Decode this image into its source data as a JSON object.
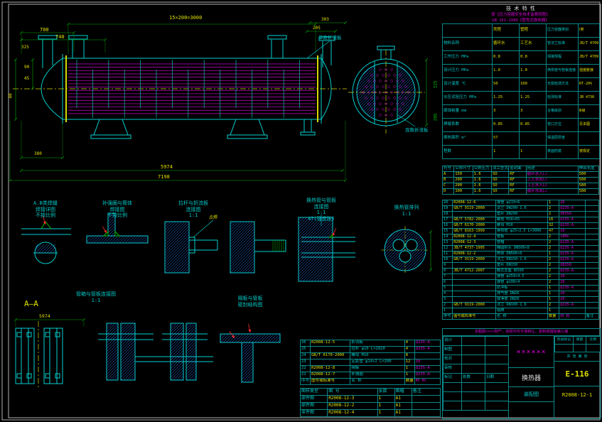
{
  "colors": {
    "background": "#000000",
    "line_cyan": "#00cfcf",
    "line_magenta": "#cc00cc",
    "line_green": "#00b000",
    "line_yellow": "#d8d800",
    "hatch_blue": "#2e7fff",
    "red": "#ff2a2a"
  },
  "drawing_labels": {
    "dim_15x200": "15×200=3000",
    "dim_700": "700",
    "dim_740": "740",
    "dim_325a": "325",
    "dim_205a": "205",
    "dim_303": "303",
    "dim_90": "90",
    "dim_45": "45",
    "dim_40": "40",
    "dim_380": "380",
    "dim_5974": "5974",
    "dim_7198": "7198",
    "dim_325b": "325",
    "dim_205b": "205",
    "odd_baffle": "单数折流板",
    "even_baffle": "双数折流板",
    "dim_aa_5974": "5974",
    "section_aa": "A—A",
    "note_spotweld": "点焊"
  },
  "details": {
    "d1_title": "A.B类焊缝",
    "d1_title2": "焊接详图",
    "d1_scale": "不按比例",
    "d2_title": "补强圈与筒体",
    "d2_title2": "焊接图",
    "d2_scale": "不按比例",
    "d3_title": "拉杆与折流板",
    "d3_title2": "连接图",
    "d3_scale": "1:1",
    "d4_title": "换热管与管板",
    "d4_title2": "连接图",
    "d4_scale": "1:1",
    "d4_note": "47(强度胀)",
    "d5_title": "换热管排列",
    "d5_scale": "1:1",
    "d6_title": "管箱与管板连接图",
    "d6_scale": "1:1",
    "d7_title": "隔板与管板",
    "d7_title2": "密封结构图"
  },
  "tech": {
    "title": "技 术 特 性",
    "note1": "按《压力容器安全技术监察规程》",
    "note2": "GB 151-1999《管壳式换热器》",
    "col_shell": "壳程",
    "col_tube": "管程",
    "rows": [
      {
        "label": "物料名称",
        "shell": "循环水",
        "tube": "工艺水"
      },
      {
        "label": "工作压力 MPa",
        "shell": "0.8",
        "tube": "0.8"
      },
      {
        "label": "设计压力 MPa",
        "shell": "1.0",
        "tube": "1.0"
      },
      {
        "label": "设计温度 ℃",
        "shell": "50",
        "tube": "100"
      },
      {
        "label": "水压试验压力 MPa",
        "shell": "1.25",
        "tube": "1.25"
      },
      {
        "label": "腐蚀裕量 mm",
        "shell": "3",
        "tube": "3"
      },
      {
        "label": "焊缝系数",
        "shell": "0.85",
        "tube": "0.85"
      },
      {
        "label": "换热面积 m²",
        "shell": "57",
        "tube": ""
      },
      {
        "label": "程数",
        "shell": "1",
        "tube": "1"
      }
    ],
    "right_rows": [
      {
        "label": "压力容器类别",
        "value": "Ⅰ类"
      },
      {
        "label": "管法兰标准",
        "value": "JB/T 4709"
      },
      {
        "label": "焊接规程",
        "value": "JB/T 4709"
      },
      {
        "label": "换热管与管板连接",
        "value": "强度胀接"
      },
      {
        "label": "无损检测方法",
        "value": "RT-20%"
      },
      {
        "label": "检测标准",
        "value": "JB 4730"
      },
      {
        "label": "合格级别",
        "value": "Ⅲ级"
      },
      {
        "label": "管口方位",
        "value": "见本图"
      },
      {
        "label": "保温层厚度",
        "value": ""
      },
      {
        "label": "表面防腐",
        "value": "按规定"
      }
    ]
  },
  "nozzles": {
    "columns": [
      "符号",
      "公称尺寸",
      "公称压力",
      "法兰型式",
      "密封面",
      "用途",
      "伸出长度"
    ],
    "rows": [
      [
        "A",
        "150",
        "1.6",
        "SO",
        "RF",
        "循环水入口",
        "500"
      ],
      [
        "B",
        "200",
        "1.6",
        "SO",
        "RF",
        "工艺水出口",
        "500"
      ],
      [
        "C",
        "200",
        "1.6",
        "SO",
        "RF",
        "工艺水入口",
        "580"
      ],
      [
        "D",
        "100",
        "1.6",
        "SO",
        "RF",
        "循环水出口",
        "580"
      ]
    ]
  },
  "parts": {
    "columns": [
      "序号",
      "图号或标准号",
      "名  称",
      "数量",
      "材 料",
      "备注"
    ],
    "rows": [
      [
        "20",
        "R2008-12-6",
        "接管 φ219×6",
        "1",
        "20",
        ""
      ],
      [
        "19",
        "GB/T 9119-2000",
        "法兰 DN200-1.6",
        "2",
        "Q235-A",
        ""
      ],
      [
        "18",
        "",
        "垫片 DN200",
        "2",
        "XB350",
        ""
      ],
      [
        "17",
        "GB/T 5782-2000",
        "螺栓 M16×65",
        "16",
        "Q235-A",
        ""
      ],
      [
        "16",
        "GB/T 6170-2000",
        "螺母 M16",
        "32",
        "Q235-A",
        ""
      ],
      [
        "15",
        "GB/T 8163-1999",
        "换热管 φ25×2.5 L=3000",
        "47",
        "10",
        ""
      ],
      [
        "14",
        "R2008-12-4",
        "管板",
        "2",
        "16Mn",
        ""
      ],
      [
        "13",
        "R2008-12-3",
        "管箱",
        "2",
        "Q235-A",
        ""
      ],
      [
        "12",
        "JB/T 4737-1995",
        "椭圆封头 DN500×8",
        "2",
        "Q235-A",
        ""
      ],
      [
        "11",
        "R2008-12-2",
        "筒体 DN500×6",
        "1",
        "Q235-A",
        ""
      ],
      [
        "10",
        "GB/T 9119-2000",
        "法兰 DN150-1.6",
        "2",
        "Q235-A",
        ""
      ],
      [
        "9",
        "",
        "垫片 DN150",
        "2",
        "XB350",
        ""
      ],
      [
        "8",
        "JB/T 4712-2007",
        "鞍式支座 BⅠ500",
        "2",
        "Q235-A",
        ""
      ],
      [
        "7",
        "",
        "接管 φ159×4.5",
        "2",
        "20",
        ""
      ],
      [
        "6",
        "",
        "接管 φ108×4",
        "2",
        "20",
        ""
      ],
      [
        "5",
        "",
        "防冲板",
        "1",
        "Q235-A",
        ""
      ],
      [
        "4",
        "",
        "排气管 DN20",
        "1",
        "20",
        ""
      ],
      [
        "3",
        "",
        "放净管 DN20",
        "1",
        "20",
        ""
      ],
      [
        "2",
        "GB/T 9119-2000",
        "法兰 DN100-1.6",
        "2",
        "Q235-A",
        ""
      ],
      [
        "1",
        "",
        "铭牌",
        "1",
        "",
        ""
      ]
    ]
  },
  "subparts": {
    "columns": [
      "序号",
      "图号或标准号",
      "名  称",
      "数量",
      "材 料"
    ],
    "rows": [
      [
        "26",
        "R2008-12-5",
        "折流板",
        "4",
        "Q235-A"
      ],
      [
        "25",
        "",
        "拉杆 φ10 L=2820",
        "4",
        "Q235-A"
      ],
      [
        "24",
        "GB/T 6170-2000",
        "螺母 M10",
        "8",
        ""
      ],
      [
        "23",
        "",
        "定距管 φ14×2 L=200",
        "12",
        "10"
      ],
      [
        "22",
        "R2008-12-8",
        "隔板",
        "1",
        "Q235-A"
      ],
      [
        "21",
        "R2008-12-7",
        "补强圈",
        "1",
        "Q235-A"
      ]
    ]
  },
  "docs": {
    "columns": [
      "图样类型",
      "图  号",
      "张数",
      "图幅",
      "备注"
    ],
    "rows": [
      [
        "部件图",
        "R2008-12-3",
        "1",
        "A1",
        ""
      ],
      [
        "部件图",
        "R2008-12-2",
        "1",
        "A1",
        ""
      ],
      [
        "零件图",
        "R2008-12-4",
        "1",
        "A1",
        ""
      ]
    ]
  },
  "title_block": {
    "proprietary": "本图属××××财产，未经许可不得转让、复制或借给第三者",
    "company": "××××××",
    "name1": "换热器",
    "name2": "装配图",
    "tag": "E-116",
    "code": "R2008-12-1",
    "fields": {
      "design": "设计",
      "draft": "制图",
      "check": "校对",
      "audit": "审核",
      "mark": "标记",
      "count": "处数",
      "date": "日期",
      "stage": "阶段标记",
      "weight": "质量",
      "scale": "比例",
      "sheets": "共 张 第 张"
    }
  }
}
